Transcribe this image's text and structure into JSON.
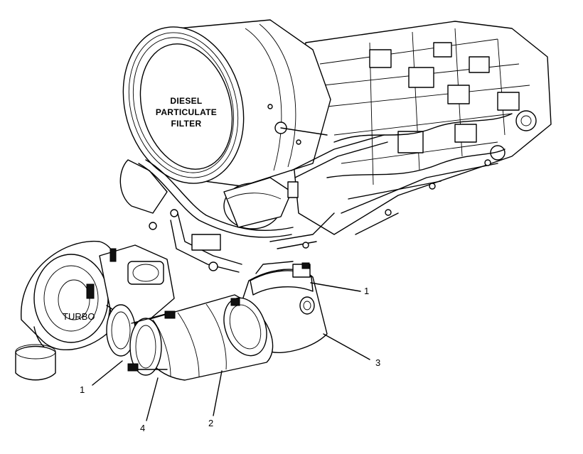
{
  "labels": {
    "dpf_line1": "DIESEL",
    "dpf_line2": "PARTICULATE",
    "dpf_line3": "FILTER",
    "turbo": "TURBO"
  },
  "callouts": [
    {
      "id": "1",
      "text": "1"
    },
    {
      "id": "1b",
      "text": "1"
    },
    {
      "id": "2",
      "text": "2"
    },
    {
      "id": "3",
      "text": "3"
    },
    {
      "id": "4",
      "text": "4"
    }
  ]
}
